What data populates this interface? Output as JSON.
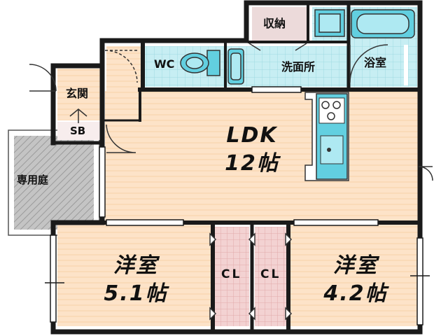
{
  "rooms": {
    "storage": "収納",
    "wc": "WC",
    "washroom": "洗面所",
    "bathroom": "浴室",
    "entrance": "玄関",
    "shoe_box": "SB",
    "private_garden": "専用庭",
    "ldk_name": "LDK",
    "ldk_size": "12帖",
    "western_room_1_name": "洋室",
    "western_room_1_size": "5.1帖",
    "closet_1": "CL",
    "closet_2": "CL",
    "western_room_2_name": "洋室",
    "western_room_2_size": "4.2帖"
  },
  "colors": {
    "wall": "#1a1a1a",
    "floor_wood": "#fde3c8",
    "floor_grain": "#f6d0a8",
    "wet_area": "#c7eef3",
    "wet_grid": "#9fd9e2",
    "fixture": "#62cfe0",
    "closet": "#f3d2d2",
    "closet_grid": "#e2aaaa",
    "garden": "#bdbdbd",
    "storage": "#ecdada",
    "window": "#ffffff"
  }
}
